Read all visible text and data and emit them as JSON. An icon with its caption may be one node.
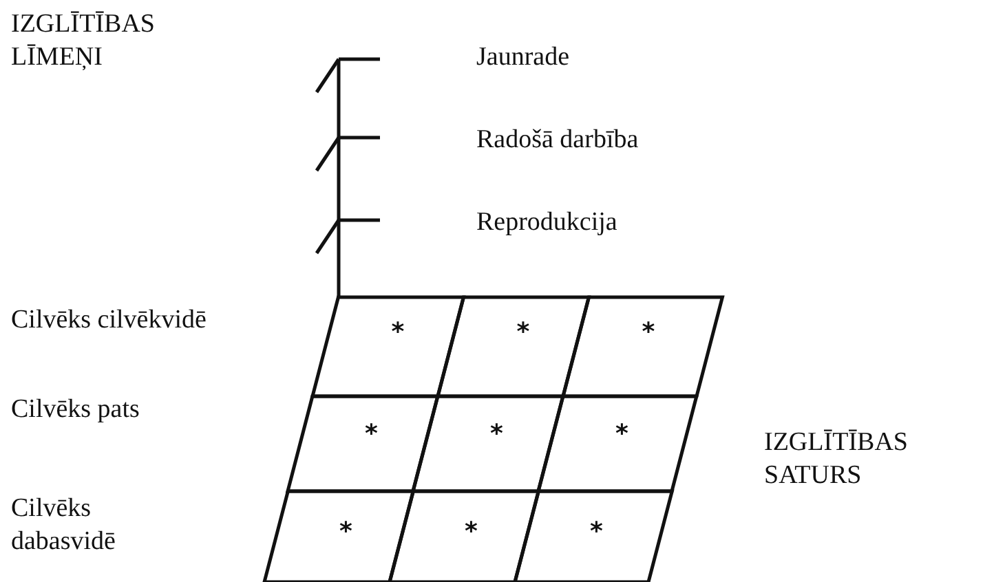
{
  "diagram": {
    "nodes": [
      {
        "text": [
          "*"
        ]
      },
      {
        "text": [
          "*"
        ]
      },
      {
        "text": [
          "*"
        ]
      },
      {
        "text": [
          "*"
        ]
      },
      {
        "text": [
          "*"
        ]
      },
      {
        "text": [
          "*"
        ]
      },
      {
        "text": [
          "*"
        ]
      },
      {
        "text": [
          "*"
        ]
      },
      {
        "text": [
          "*"
        ]
      }
    ],
    "labels": [
      "IZGLĪTĪBAS LĪMEŅI",
      "Jaunrade",
      "Radošā darbība",
      "Reprodukcija",
      "Cilvēks cilvēkvidē",
      "Cilvēks pats",
      "Cilvēks dabasvidē",
      "IZGLĪTĪBAS SATURS"
    ]
  }
}
